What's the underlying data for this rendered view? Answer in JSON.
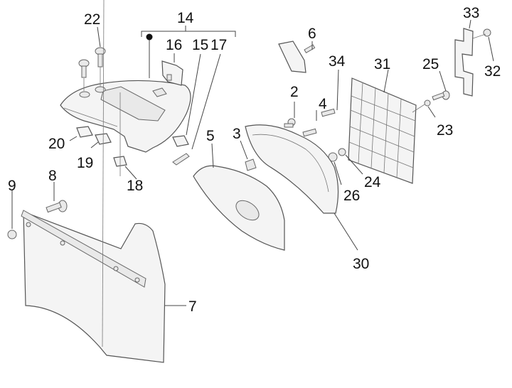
{
  "diagram": {
    "type": "exploded-parts-diagram",
    "callouts": [
      {
        "id": "22",
        "label": "22"
      },
      {
        "id": "14",
        "label": "14"
      },
      {
        "id": "16",
        "label": "16"
      },
      {
        "id": "15",
        "label": "15"
      },
      {
        "id": "17",
        "label": "17"
      },
      {
        "id": "6",
        "label": "6"
      },
      {
        "id": "33",
        "label": "33"
      },
      {
        "id": "32",
        "label": "32"
      },
      {
        "id": "34",
        "label": "34"
      },
      {
        "id": "31",
        "label": "31"
      },
      {
        "id": "25",
        "label": "25"
      },
      {
        "id": "2",
        "label": "2"
      },
      {
        "id": "4",
        "label": "4"
      },
      {
        "id": "23",
        "label": "23"
      },
      {
        "id": "3",
        "label": "3"
      },
      {
        "id": "5",
        "label": "5"
      },
      {
        "id": "20",
        "label": "20"
      },
      {
        "id": "19",
        "label": "19"
      },
      {
        "id": "18",
        "label": "18"
      },
      {
        "id": "24",
        "label": "24"
      },
      {
        "id": "26",
        "label": "26"
      },
      {
        "id": "9",
        "label": "9"
      },
      {
        "id": "8",
        "label": "8"
      },
      {
        "id": "30",
        "label": "30"
      },
      {
        "id": "7",
        "label": "7"
      }
    ]
  }
}
